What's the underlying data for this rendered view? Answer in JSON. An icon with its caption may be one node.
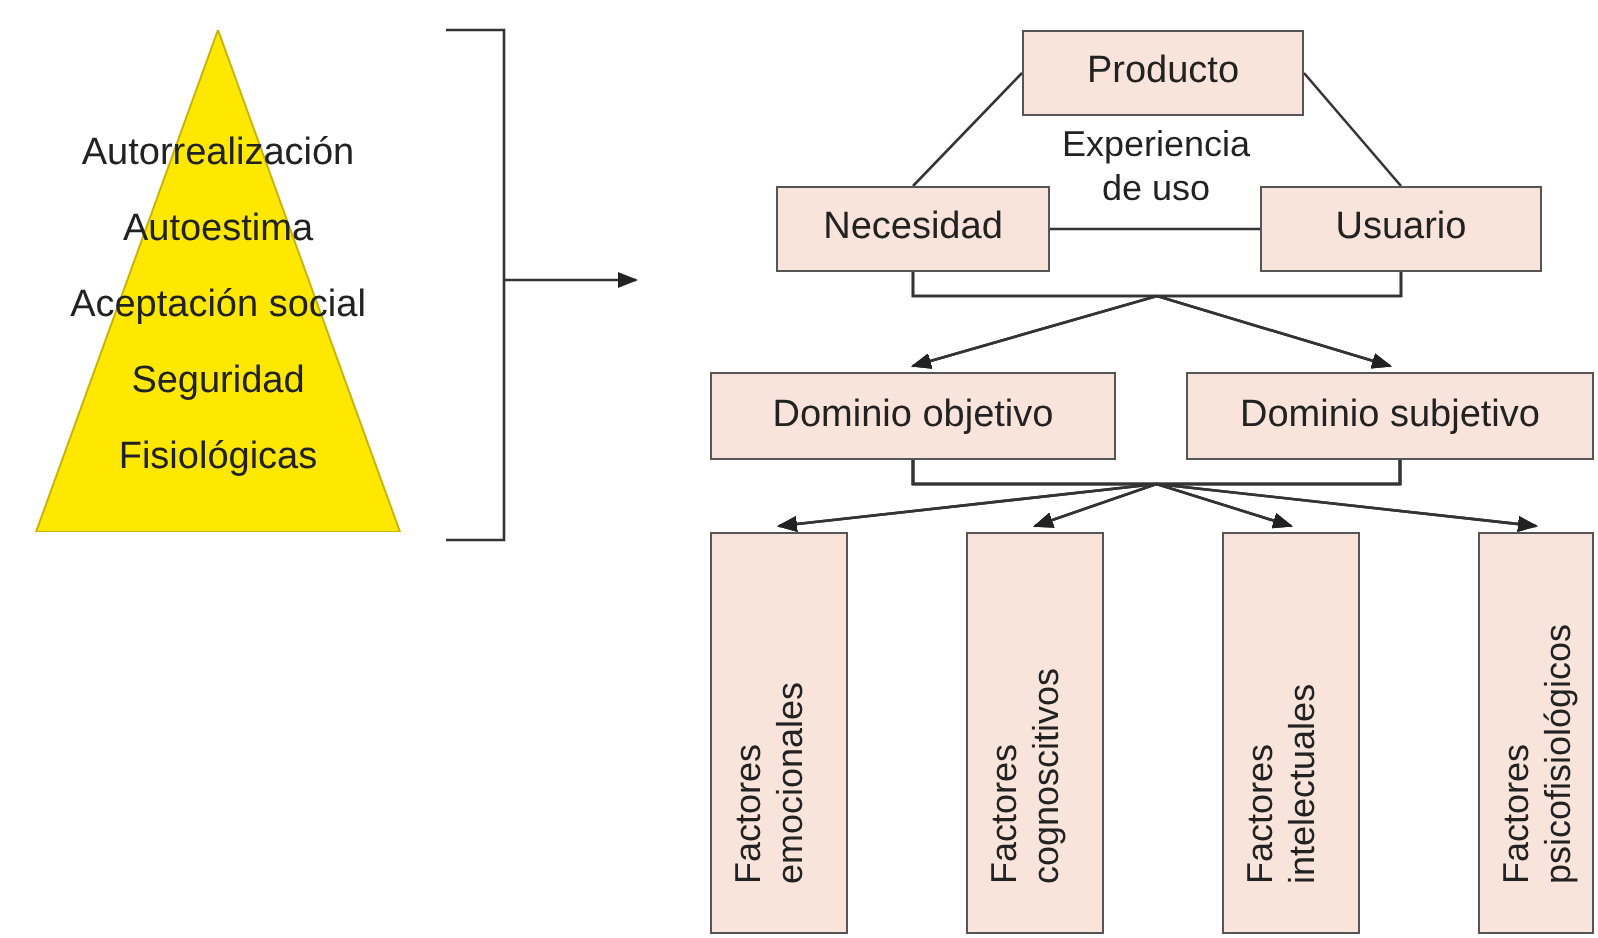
{
  "diagram": {
    "nodes": [
      {
        "text": [
          "Autorrealización",
          "Autoestima",
          "Aceptación social",
          "Seguridad",
          "Fisiológicas"
        ]
      },
      {
        "text": [
          "Producto"
        ]
      },
      {
        "text": [
          "Necesidad"
        ]
      },
      {
        "text": [
          "Usuario"
        ]
      },
      {
        "text": [
          "Dominio objetivo"
        ]
      },
      {
        "text": [
          "Dominio subjetivo"
        ]
      },
      {
        "text": [
          "Factores emocionales"
        ]
      },
      {
        "text": [
          "Factores cognoscitivos"
        ]
      },
      {
        "text": [
          "Factores intelectuales"
        ]
      },
      {
        "text": [
          "Factores psicofisiológicos"
        ]
      }
    ],
    "edges": [
      {
        "from": 0,
        "to": null,
        "arrow": "to"
      },
      {
        "from": 1,
        "to": 2,
        "arrow": "none"
      },
      {
        "from": 1,
        "to": 3,
        "arrow": "none"
      },
      {
        "from": 2,
        "to": 3,
        "arrow": "none"
      },
      {
        "from": 2,
        "to": 4,
        "arrow": "to"
      },
      {
        "from": 2,
        "to": 5,
        "arrow": "to"
      },
      {
        "from": 3,
        "to": 4,
        "arrow": "to"
      },
      {
        "from": 3,
        "to": 5,
        "arrow": "to"
      },
      {
        "from": 4,
        "to": 6,
        "arrow": "to"
      },
      {
        "from": 4,
        "to": 7,
        "arrow": "to"
      },
      {
        "from": 4,
        "to": 8,
        "arrow": "to"
      },
      {
        "from": 4,
        "to": 9,
        "arrow": "to"
      },
      {
        "from": 5,
        "to": 6,
        "arrow": "to"
      },
      {
        "from": 5,
        "to": 7,
        "arrow": "to"
      },
      {
        "from": 5,
        "to": 8,
        "arrow": "to"
      },
      {
        "from": 5,
        "to": 9,
        "arrow": "to"
      }
    ],
    "labels": [
      "Experiencia de uso"
    ]
  }
}
